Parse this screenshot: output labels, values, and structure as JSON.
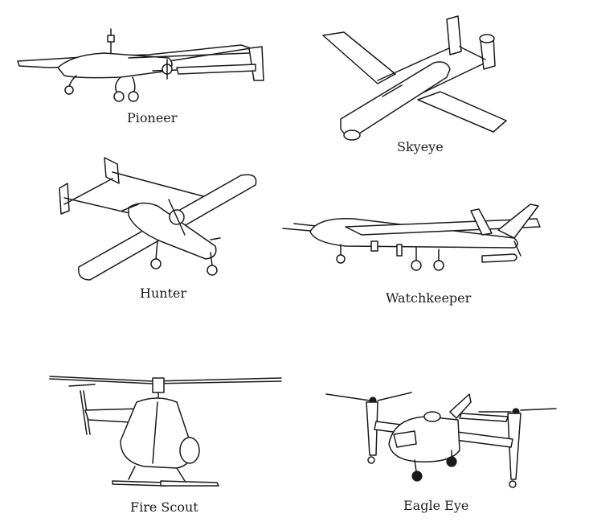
{
  "labels": {
    "pioneer": "Pioneer",
    "skyeye": "Skyeye",
    "hunter": "Hunter",
    "watchkeeper": "Watchkeeper",
    "fire_scout": "Fire Scout",
    "eagle_eye": "Eagle Eye"
  }
}
